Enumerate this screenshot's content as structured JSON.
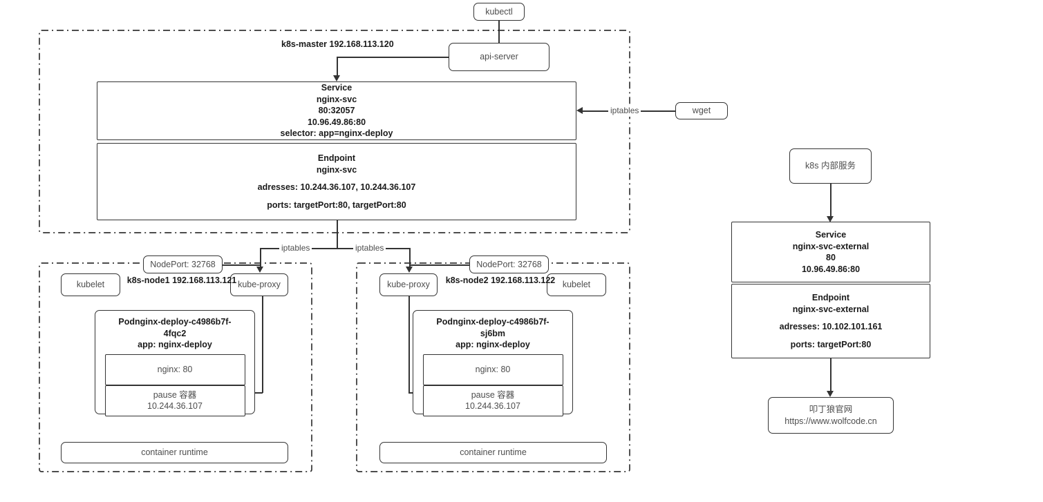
{
  "diagram": {
    "title": "Kubernetes Service / Endpoint networking diagram",
    "colors": {
      "stroke": "#333333",
      "text": "#4d4d4d",
      "bold_text": "#1a1a1a",
      "background": "#ffffff"
    }
  },
  "kubectl": {
    "label": "kubectl"
  },
  "master": {
    "name_line1": "k8s-master",
    "name_line2": "192.168.113.120",
    "api_server": "api-server",
    "service": {
      "l1": "Service",
      "l2": "nginx-svc",
      "l3": "80:32057",
      "l4": "10.96.49.86:80",
      "l5": "selector: app=nginx-deploy"
    },
    "endpoint": {
      "l1": "Endpoint",
      "l2": "nginx-svc",
      "l3": "adresses: 10.244.36.107, 10.244.36.107",
      "l4": "ports: targetPort:80, targetPort:80"
    }
  },
  "external": {
    "wget": "wget",
    "iptables_label": "iptables"
  },
  "links": {
    "iptables_left": "iptables",
    "iptables_right": "iptables"
  },
  "node1": {
    "nodeport": "NodePort: 32768",
    "name_line1": "k8s-node1",
    "name_line2": "192.168.113.121",
    "kubelet": "kubelet",
    "kube_proxy": "kube-proxy",
    "pod": {
      "title_line1": "Podnginx-deploy-c4986b7f-",
      "title_line2": "4fqc2",
      "app": "app: nginx-deploy",
      "container1": "nginx: 80",
      "container2_line1": "pause 容器",
      "container2_line2": "10.244.36.107"
    },
    "container_runtime": "container runtime"
  },
  "node2": {
    "nodeport": "NodePort: 32768",
    "name_line1": "k8s-node2",
    "name_line2": "192.168.113.122",
    "kubelet": "kubelet",
    "kube_proxy": "kube-proxy",
    "pod": {
      "title_line1": "Podnginx-deploy-c4986b7f-",
      "title_line2": "sj6bm",
      "app": "app: nginx-deploy",
      "container1": "nginx: 80",
      "container2_line1": "pause 容器",
      "container2_line2": "10.244.36.107"
    },
    "container_runtime": "container runtime"
  },
  "right_column": {
    "internal_service": "k8s 内部服务",
    "service": {
      "l1": "Service",
      "l2": "nginx-svc-external",
      "l3": "80",
      "l4": "10.96.49.86:80"
    },
    "endpoint": {
      "l1": "Endpoint",
      "l2": "nginx-svc-external",
      "l3": "adresses: 10.102.101.161",
      "l4": "ports: targetPort:80"
    },
    "site": {
      "l1": "叩丁狼官网",
      "l2": "https://www.wolfcode.cn"
    }
  }
}
